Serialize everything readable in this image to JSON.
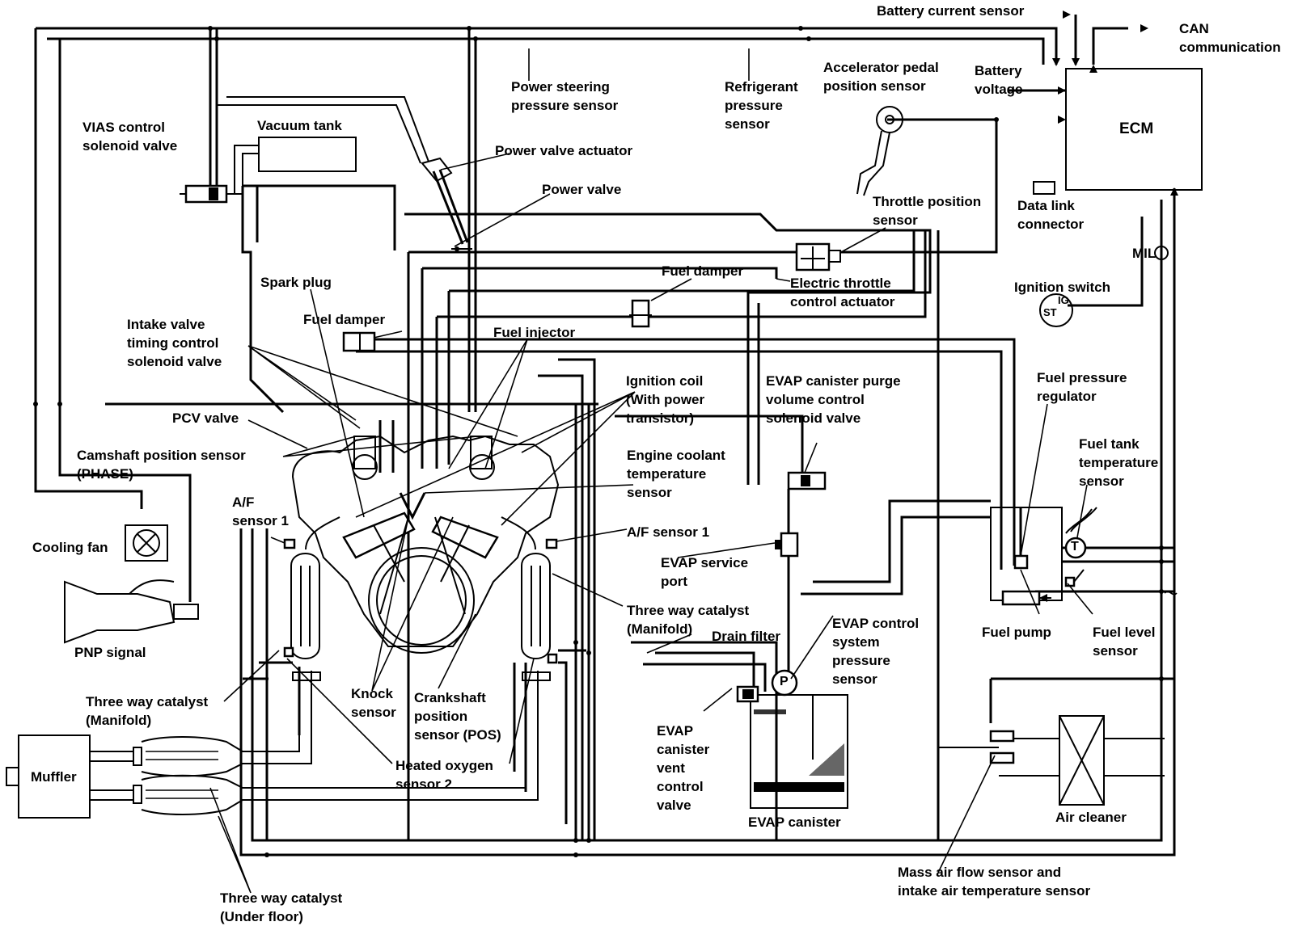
{
  "labels": {
    "battery_current_sensor": "Battery current sensor",
    "can_communication": "CAN\ncommunication",
    "power_steering_pressure_sensor": "Power steering\npressure sensor",
    "refrigerant_pressure_sensor": "Refrigerant\npressure\nsensor",
    "accelerator_pedal_position_sensor": "Accelerator pedal\nposition sensor",
    "battery_voltage": "Battery\nvoltage",
    "ecm": "ECM",
    "vias_control_solenoid_valve": "VIAS control\nsolenoid valve",
    "vacuum_tank": "Vacuum tank",
    "power_valve_actuator": "Power valve actuator",
    "power_valve": "Power valve",
    "throttle_position_sensor": "Throttle position\nsensor",
    "data_link_connector": "Data link\nconnector",
    "mil": "MIL",
    "spark_plug": "Spark plug",
    "fuel_damper_top": "Fuel damper",
    "electric_throttle_control_actuator": "Electric throttle\ncontrol actuator",
    "ignition_switch": "Ignition switch",
    "intake_valve_timing_control_solenoid_valve": "Intake valve\ntiming control\nsolenoid valve",
    "fuel_damper_left": "Fuel damper",
    "fuel_injector": "Fuel injector",
    "ignition_coil": "Ignition coil\n(With power\ntransistor)",
    "evap_canister_purge_volume_control_solenoid_valve": "EVAP canister purge\nvolume control\nsolenoid valve",
    "fuel_pressure_regulator": "Fuel pressure\nregulator",
    "pcv_valve": "PCV valve",
    "camshaft_position_sensor": "Camshaft position sensor\n(PHASE)",
    "engine_coolant_temperature_sensor": "Engine coolant\ntemperature\nsensor",
    "fuel_tank_temperature_sensor": "Fuel tank\ntemperature\nsensor",
    "af_sensor_1_left": "A/F\nsensor 1",
    "af_sensor_1_right": "A/F sensor 1",
    "cooling_fan": "Cooling fan",
    "evap_service_port": "EVAP service\nport",
    "three_way_catalyst_manifold_right": "Three way catalyst\n(Manifold)",
    "pnp_signal": "PNP signal",
    "drain_filter": "Drain filter",
    "evap_control_system_pressure_sensor": "EVAP control\nsystem\npressure\nsensor",
    "fuel_pump": "Fuel pump",
    "fuel_level_sensor": "Fuel level\nsensor",
    "three_way_catalyst_manifold_left": "Three way catalyst\n(Manifold)",
    "knock_sensor": "Knock\nsensor",
    "crankshaft_position_sensor": "Crankshaft\nposition\nsensor (POS)",
    "evap_canister_vent_control_valve": "EVAP\ncanister\nvent\ncontrol\nvalve",
    "muffler": "Muffler",
    "heated_oxygen_sensor_2": "Heated oxygen\nsensor 2",
    "evap_canister": "EVAP canister",
    "air_cleaner": "Air cleaner",
    "mass_air_flow_sensor": "Mass air flow sensor and\nintake air temperature sensor",
    "three_way_catalyst_under_floor": "Three way catalyst\n(Under floor)"
  },
  "symbols": {
    "ignition_switch_ig": "IG",
    "ignition_switch_st": "ST",
    "fuel_tank_temp_symbol": "T",
    "evap_pressure_symbol": "P"
  },
  "colors": {
    "ink": "#000000",
    "paper": "#ffffff"
  }
}
